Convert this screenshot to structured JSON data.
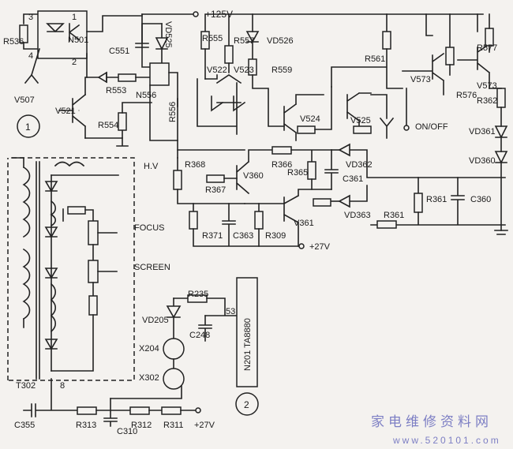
{
  "labels": {
    "v125": "+125V",
    "v27a": "+27V",
    "v27b": "+27V",
    "R536": "R536",
    "N501": "N501",
    "p3": "3",
    "p1": "1",
    "p4": "4",
    "p2": "2",
    "V507": "V507",
    "V521": "V521",
    "R553": "R553",
    "R554": "R554",
    "C551": "C551",
    "VD525": "VD525",
    "N556": "N556",
    "R556": "R556",
    "R555": "R555",
    "R557": "R557",
    "VD526": "VD526",
    "V522": "V522",
    "V523": "V523",
    "R559": "R559",
    "V524": "V524",
    "V525": "V525",
    "R561": "R561",
    "V573a": "V573",
    "V573b": "V573",
    "R576": "R576",
    "R577": "R577",
    "ONOFF": "ON/OFF",
    "R362": "R362",
    "VD361": "VD361",
    "VD360": "VD360",
    "R368": "R368",
    "R367": "R367",
    "V360": "V360",
    "R366": "R366",
    "R365": "R365",
    "VD362": "VD362",
    "C361": "C361",
    "R361a": "R361",
    "R361b": "R361",
    "C360": "C360",
    "VD363": "VD363",
    "R371": "R371",
    "C363": "C363",
    "R309": "R309",
    "V361": "V361",
    "HV": "H.V",
    "FOCUS": "FOCUS",
    "SCREEN": "SCREEN",
    "R235": "R235",
    "VD205": "VD205",
    "C248": "C248",
    "X204": "X204",
    "X302": "X302",
    "p53": "53",
    "N201": "N201  TA8880",
    "T302": "T302",
    "p8": "8",
    "C355": "C355",
    "R313": "R313",
    "C310": "C310",
    "R312": "R312",
    "R311": "R311",
    "sec1": "1",
    "sec2": "2"
  },
  "watermark": {
    "title": "家电维修资料网",
    "url": "www.520101.com"
  }
}
